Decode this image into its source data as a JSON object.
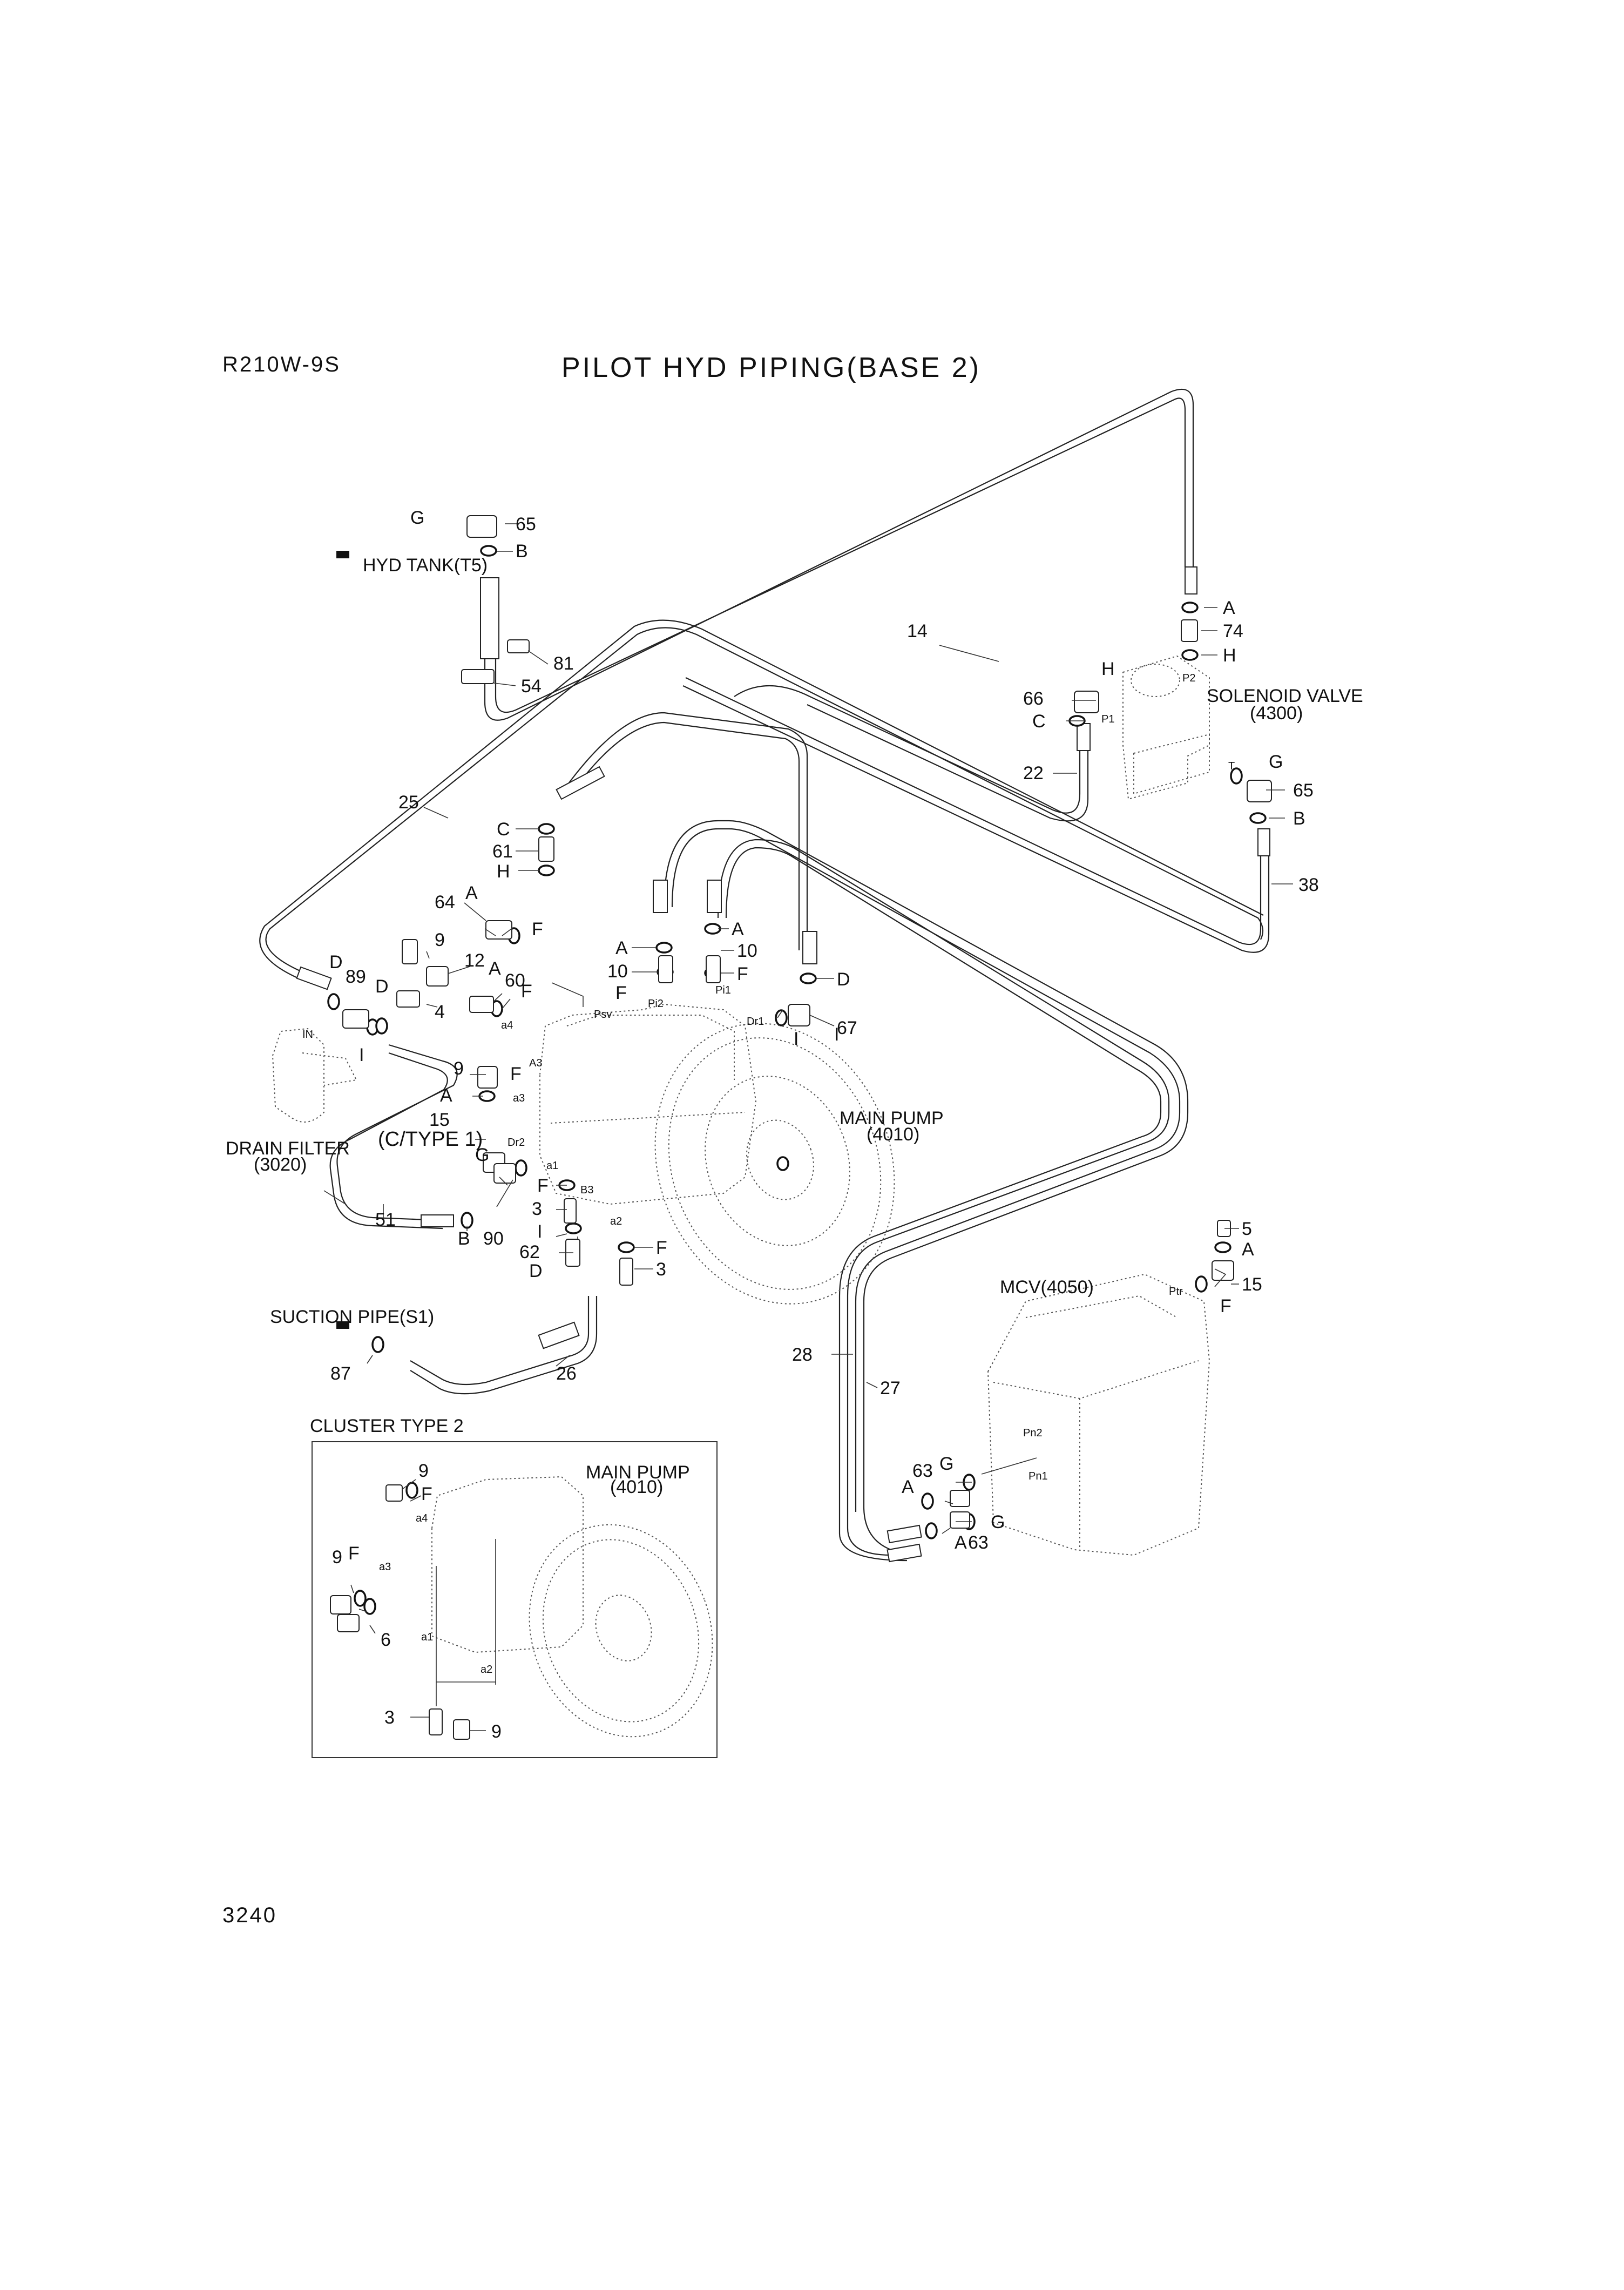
{
  "header": {
    "model": "R210W-9S",
    "title": "PILOT HYD PIPING(BASE 2)"
  },
  "footer": {
    "page_number": "3240"
  },
  "components": {
    "hyd_tank": "HYD TANK(T5)",
    "solenoid_valve": "SOLENOID VALVE",
    "solenoid_valve_code": "(4300)",
    "main_pump": "MAIN PUMP",
    "main_pump_code": "(4010)",
    "drain_filter": "DRAIN FILTER",
    "drain_filter_code": "(3020)",
    "suction_pipe": "SUCTION PIPE(S1)",
    "mcv": "MCV(4050)",
    "c_type": "(C/TYPE 1)",
    "cluster_title": "CLUSTER TYPE 2",
    "cluster_pump": "MAIN PUMP",
    "cluster_pump_code": "(4010)"
  },
  "callouts": [
    {
      "id": "c1",
      "text": "G"
    },
    {
      "id": "c2",
      "text": "65"
    },
    {
      "id": "c3",
      "text": "B"
    },
    {
      "id": "c4",
      "text": "81"
    },
    {
      "id": "c5",
      "text": "54"
    },
    {
      "id": "c6",
      "text": "14"
    },
    {
      "id": "c7",
      "text": "A"
    },
    {
      "id": "c8",
      "text": "74"
    },
    {
      "id": "c9",
      "text": "H"
    },
    {
      "id": "c10",
      "text": "H"
    },
    {
      "id": "c11",
      "text": "66"
    },
    {
      "id": "c12",
      "text": "C"
    },
    {
      "id": "c13",
      "text": "22"
    },
    {
      "id": "c14",
      "text": "G"
    },
    {
      "id": "c15",
      "text": "65"
    },
    {
      "id": "c16",
      "text": "B"
    },
    {
      "id": "c17",
      "text": "38"
    },
    {
      "id": "c18",
      "text": "25"
    },
    {
      "id": "c19",
      "text": "C"
    },
    {
      "id": "c20",
      "text": "61"
    },
    {
      "id": "c21",
      "text": "H"
    },
    {
      "id": "c22",
      "text": "64"
    },
    {
      "id": "c23",
      "text": "A"
    },
    {
      "id": "c24",
      "text": "F"
    },
    {
      "id": "c25",
      "text": "9"
    },
    {
      "id": "c26",
      "text": "12"
    },
    {
      "id": "c27",
      "text": "A"
    },
    {
      "id": "c28",
      "text": "60"
    },
    {
      "id": "c29",
      "text": "F"
    },
    {
      "id": "c30",
      "text": "4"
    },
    {
      "id": "c31",
      "text": "D"
    },
    {
      "id": "c32",
      "text": "89"
    },
    {
      "id": "c33",
      "text": "D"
    },
    {
      "id": "c34",
      "text": "I"
    },
    {
      "id": "c35",
      "text": "A"
    },
    {
      "id": "c36",
      "text": "10"
    },
    {
      "id": "c37",
      "text": "F"
    },
    {
      "id": "c38",
      "text": "A"
    },
    {
      "id": "c39",
      "text": "10"
    },
    {
      "id": "c40",
      "text": "F"
    },
    {
      "id": "c41",
      "text": "D"
    },
    {
      "id": "c42",
      "text": "67"
    },
    {
      "id": "c43",
      "text": "I"
    },
    {
      "id": "c44",
      "text": "9"
    },
    {
      "id": "c45",
      "text": "F"
    },
    {
      "id": "c46",
      "text": "A"
    },
    {
      "id": "c47",
      "text": "15"
    },
    {
      "id": "c48",
      "text": "G"
    },
    {
      "id": "c49",
      "text": "F"
    },
    {
      "id": "c50",
      "text": "3"
    },
    {
      "id": "c51",
      "text": "51"
    },
    {
      "id": "c52",
      "text": "B"
    },
    {
      "id": "c53",
      "text": "90"
    },
    {
      "id": "c54",
      "text": "I"
    },
    {
      "id": "c55",
      "text": "62"
    },
    {
      "id": "c56",
      "text": "D"
    },
    {
      "id": "c57",
      "text": "F"
    },
    {
      "id": "c58",
      "text": "3"
    },
    {
      "id": "c59",
      "text": "87"
    },
    {
      "id": "c60",
      "text": "26"
    },
    {
      "id": "c61",
      "text": "28"
    },
    {
      "id": "c62",
      "text": "27"
    },
    {
      "id": "c63",
      "text": "5"
    },
    {
      "id": "c64",
      "text": "A"
    },
    {
      "id": "c65",
      "text": "15"
    },
    {
      "id": "c66",
      "text": "F"
    },
    {
      "id": "c67",
      "text": "63"
    },
    {
      "id": "c68",
      "text": "G"
    },
    {
      "id": "c69",
      "text": "A"
    },
    {
      "id": "c70",
      "text": "G"
    },
    {
      "id": "c71",
      "text": "A"
    },
    {
      "id": "c72",
      "text": "63"
    },
    {
      "id": "c73",
      "text": "9"
    },
    {
      "id": "c74",
      "text": "F"
    },
    {
      "id": "c75",
      "text": "9"
    },
    {
      "id": "c76",
      "text": "F"
    },
    {
      "id": "c77",
      "text": "6"
    },
    {
      "id": "c78",
      "text": "3"
    },
    {
      "id": "c79",
      "text": "9"
    },
    {
      "id": "c80",
      "text": "I"
    }
  ],
  "port_labels": [
    {
      "id": "p1",
      "text": "P2"
    },
    {
      "id": "p2",
      "text": "P1"
    },
    {
      "id": "p3",
      "text": "T"
    },
    {
      "id": "p4",
      "text": "Psv"
    },
    {
      "id": "p5",
      "text": "a4"
    },
    {
      "id": "p6",
      "text": "A3"
    },
    {
      "id": "p7",
      "text": "a3"
    },
    {
      "id": "p8",
      "text": "Dr2"
    },
    {
      "id": "p9",
      "text": "a1"
    },
    {
      "id": "p10",
      "text": "B3"
    },
    {
      "id": "p11",
      "text": "a2"
    },
    {
      "id": "p12",
      "text": "Pi2"
    },
    {
      "id": "p13",
      "text": "Pi1"
    },
    {
      "id": "p14",
      "text": "Dr1"
    },
    {
      "id": "p15",
      "text": "IN"
    },
    {
      "id": "p16",
      "text": "Ptr"
    },
    {
      "id": "p17",
      "text": "Pn2"
    },
    {
      "id": "p18",
      "text": "Pn1"
    },
    {
      "id": "p19",
      "text": "a4"
    },
    {
      "id": "p20",
      "text": "a3"
    },
    {
      "id": "p21",
      "text": "a1"
    },
    {
      "id": "p22",
      "text": "a2"
    }
  ]
}
